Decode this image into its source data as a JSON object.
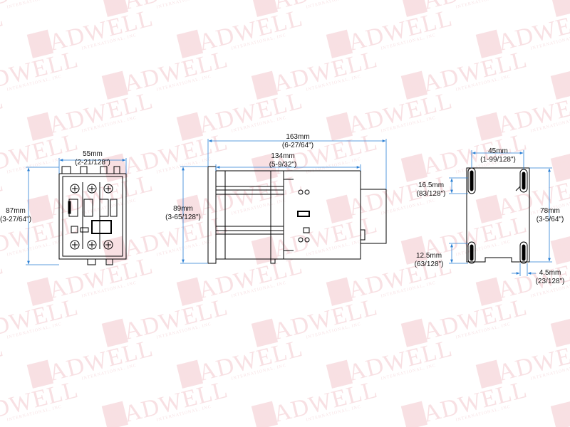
{
  "watermark": {
    "brand": "RADWELL",
    "tagline": "INTERNATIONAL, INC",
    "color": "#c81e32",
    "opacity": 0.14,
    "tile_angle_deg": -14
  },
  "colors": {
    "outline": "#000000",
    "dimension_line": "#2a7fd4",
    "text": "#111111"
  },
  "views": {
    "front": {
      "width": {
        "metric": "55mm",
        "imperial": "(2-21/128\")"
      },
      "height": {
        "metric": "87mm",
        "imperial": "(3-27/64\")"
      }
    },
    "side": {
      "overall_depth": {
        "metric": "163mm",
        "imperial": "(6-27/64\")"
      },
      "body_depth": {
        "metric": "134mm",
        "imperial": "(5-9/32\")"
      },
      "height": {
        "metric": "89mm",
        "imperial": "(3-65/128\")"
      }
    },
    "mounting": {
      "width": {
        "metric": "45mm",
        "imperial": "(1-99/128\")"
      },
      "height": {
        "metric": "78mm",
        "imperial": "(3-5/64\")"
      },
      "upper_slot": {
        "metric": "16.5mm",
        "imperial": "(83/128\")"
      },
      "lower_slot": {
        "metric": "12.5mm",
        "imperial": "(63/128\")"
      },
      "slot_width": {
        "metric": "4.5mm",
        "imperial": "(23/128\")"
      }
    }
  }
}
